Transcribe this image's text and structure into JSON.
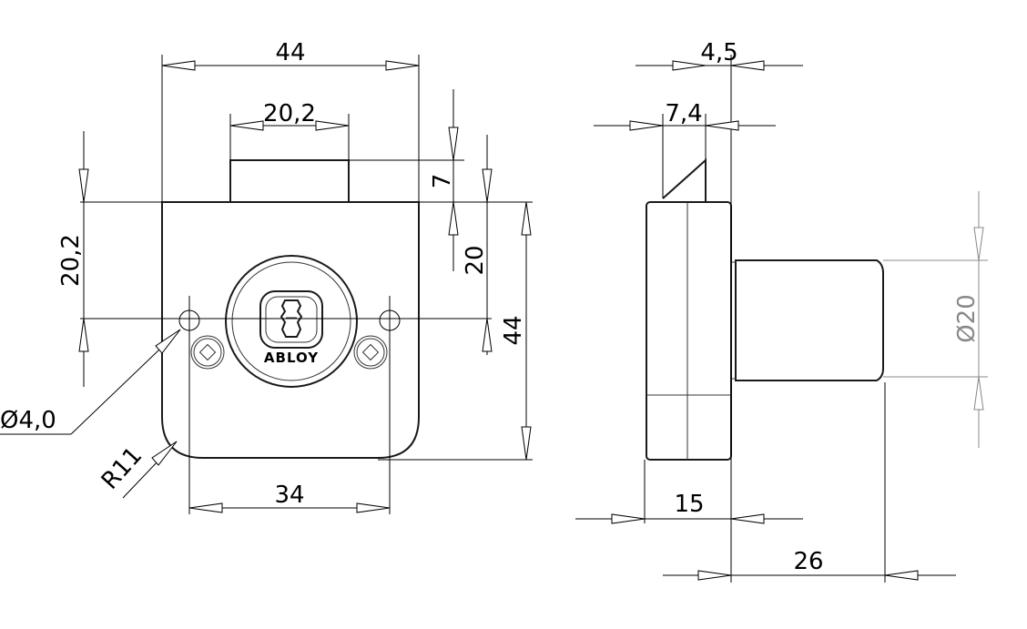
{
  "front_view": {
    "dims": {
      "width": "44",
      "bolt_width": "20,2",
      "bolt_height": "7",
      "left_height": "20,2",
      "center_height": "20",
      "total_height": "44",
      "hole": "Ø4,0",
      "radius": "R11",
      "hole_spacing": "34"
    },
    "brand": "ABLOY"
  },
  "side_view": {
    "dims": {
      "top": "4,5",
      "bolt": "7,4",
      "cylinder_diameter": "Ø20",
      "body_depth": "15",
      "total_depth": "26"
    }
  },
  "colors": {
    "line": "#000000",
    "secondary": "#888888"
  }
}
